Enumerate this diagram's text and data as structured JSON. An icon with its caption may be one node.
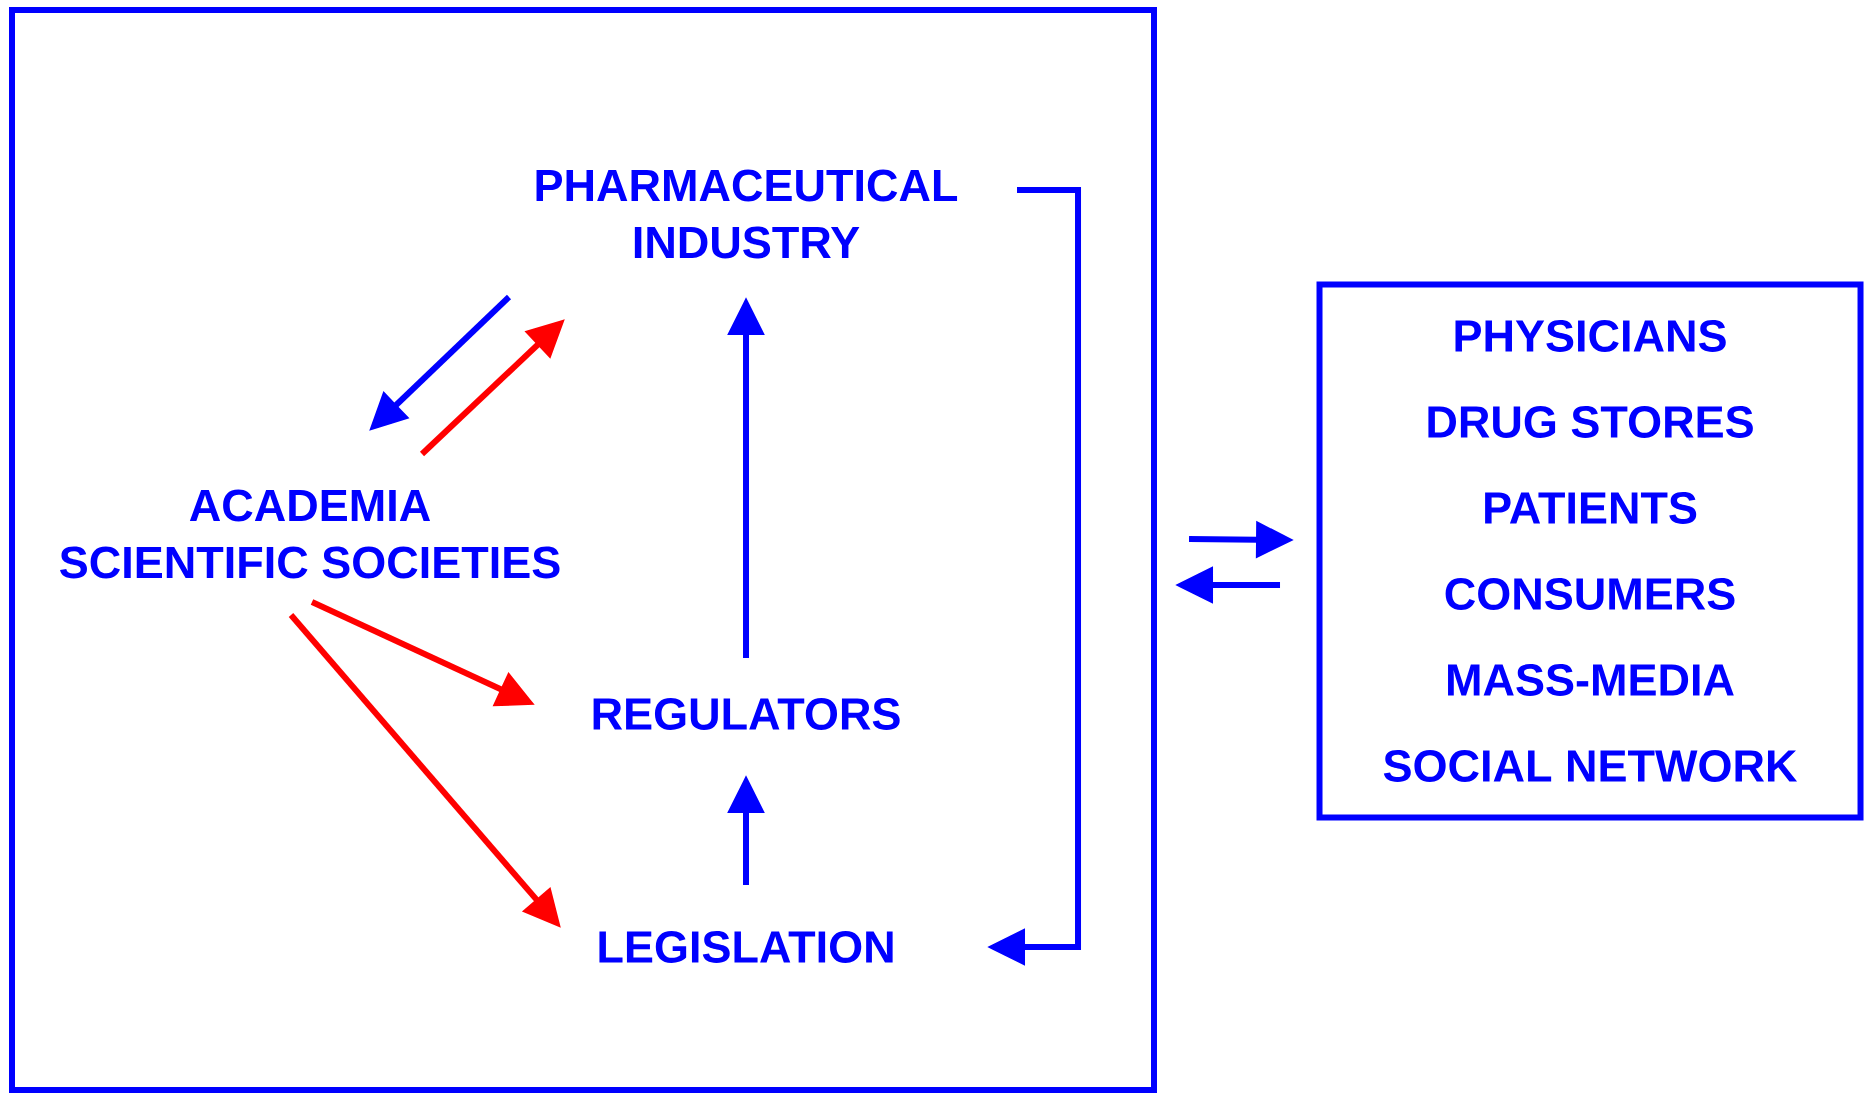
{
  "diagram": {
    "nodes": [
      {
        "text": [],
        "shape": "box"
      },
      {
        "text": [
          "PHARMACEUTICAL INDUSTRY"
        ],
        "in": 0
      },
      {
        "text": [
          "ACADEMIA",
          "SCIENTIFIC SOCIETIES"
        ],
        "in": 0
      },
      {
        "text": [
          "REGULATORS"
        ],
        "in": 0
      },
      {
        "text": [
          "LEGISLATION"
        ],
        "in": 0
      },
      {
        "text": [
          "PHYSICIANS",
          "DRUG STORES",
          "PATIENTS",
          "CONSUMERS",
          "MASS-MEDIA",
          "SOCIAL NETWORK"
        ]
      }
    ],
    "edges": [
      {
        "from": 1,
        "to": 2,
        "arrow": "to"
      },
      {
        "from": 2,
        "to": 1,
        "arrow": "to",
        "color": "#ff0000"
      },
      {
        "from": 2,
        "to": 3,
        "arrow": "to",
        "color": "#ff0000"
      },
      {
        "from": 2,
        "to": 4,
        "arrow": "to",
        "color": "#ff0000"
      },
      {
        "from": 3,
        "to": 1,
        "arrow": "to"
      },
      {
        "from": 4,
        "to": 3,
        "arrow": "to"
      },
      {
        "from": 1,
        "to": 4,
        "arrow": "to"
      },
      {
        "from": 0,
        "to": 5,
        "arrow": "to"
      },
      {
        "from": 5,
        "to": 0,
        "arrow": "to"
      }
    ]
  }
}
